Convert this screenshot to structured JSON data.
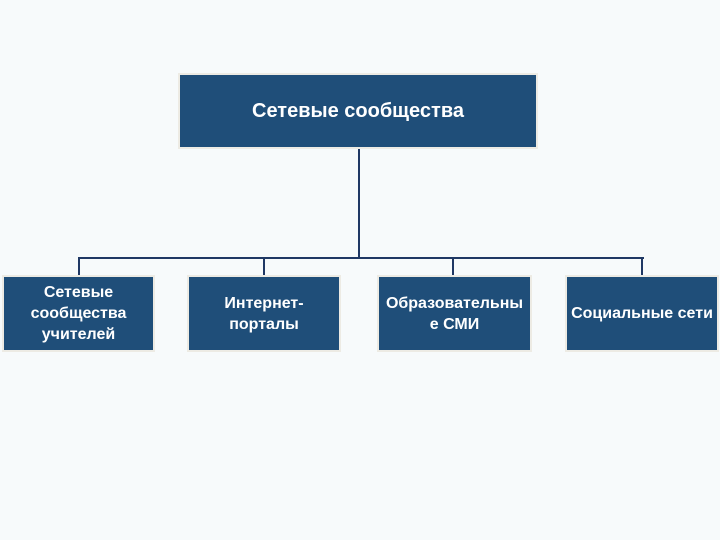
{
  "diagram": {
    "type": "hierarchy",
    "colors": {
      "background": "#F7FAFB",
      "node_fill": "#1F4E79",
      "node_border": "#EDEBE4",
      "connector": "#1F3864",
      "text": "#FFFFFF"
    },
    "root": {
      "label": "Сетевые сообщества"
    },
    "children": [
      {
        "label": "Сетевые\nсообщества\nучителей"
      },
      {
        "label": "Интернет-\nпорталы"
      },
      {
        "label": "Образовательны\nе СМИ"
      },
      {
        "label": "Социальные сети"
      }
    ]
  }
}
